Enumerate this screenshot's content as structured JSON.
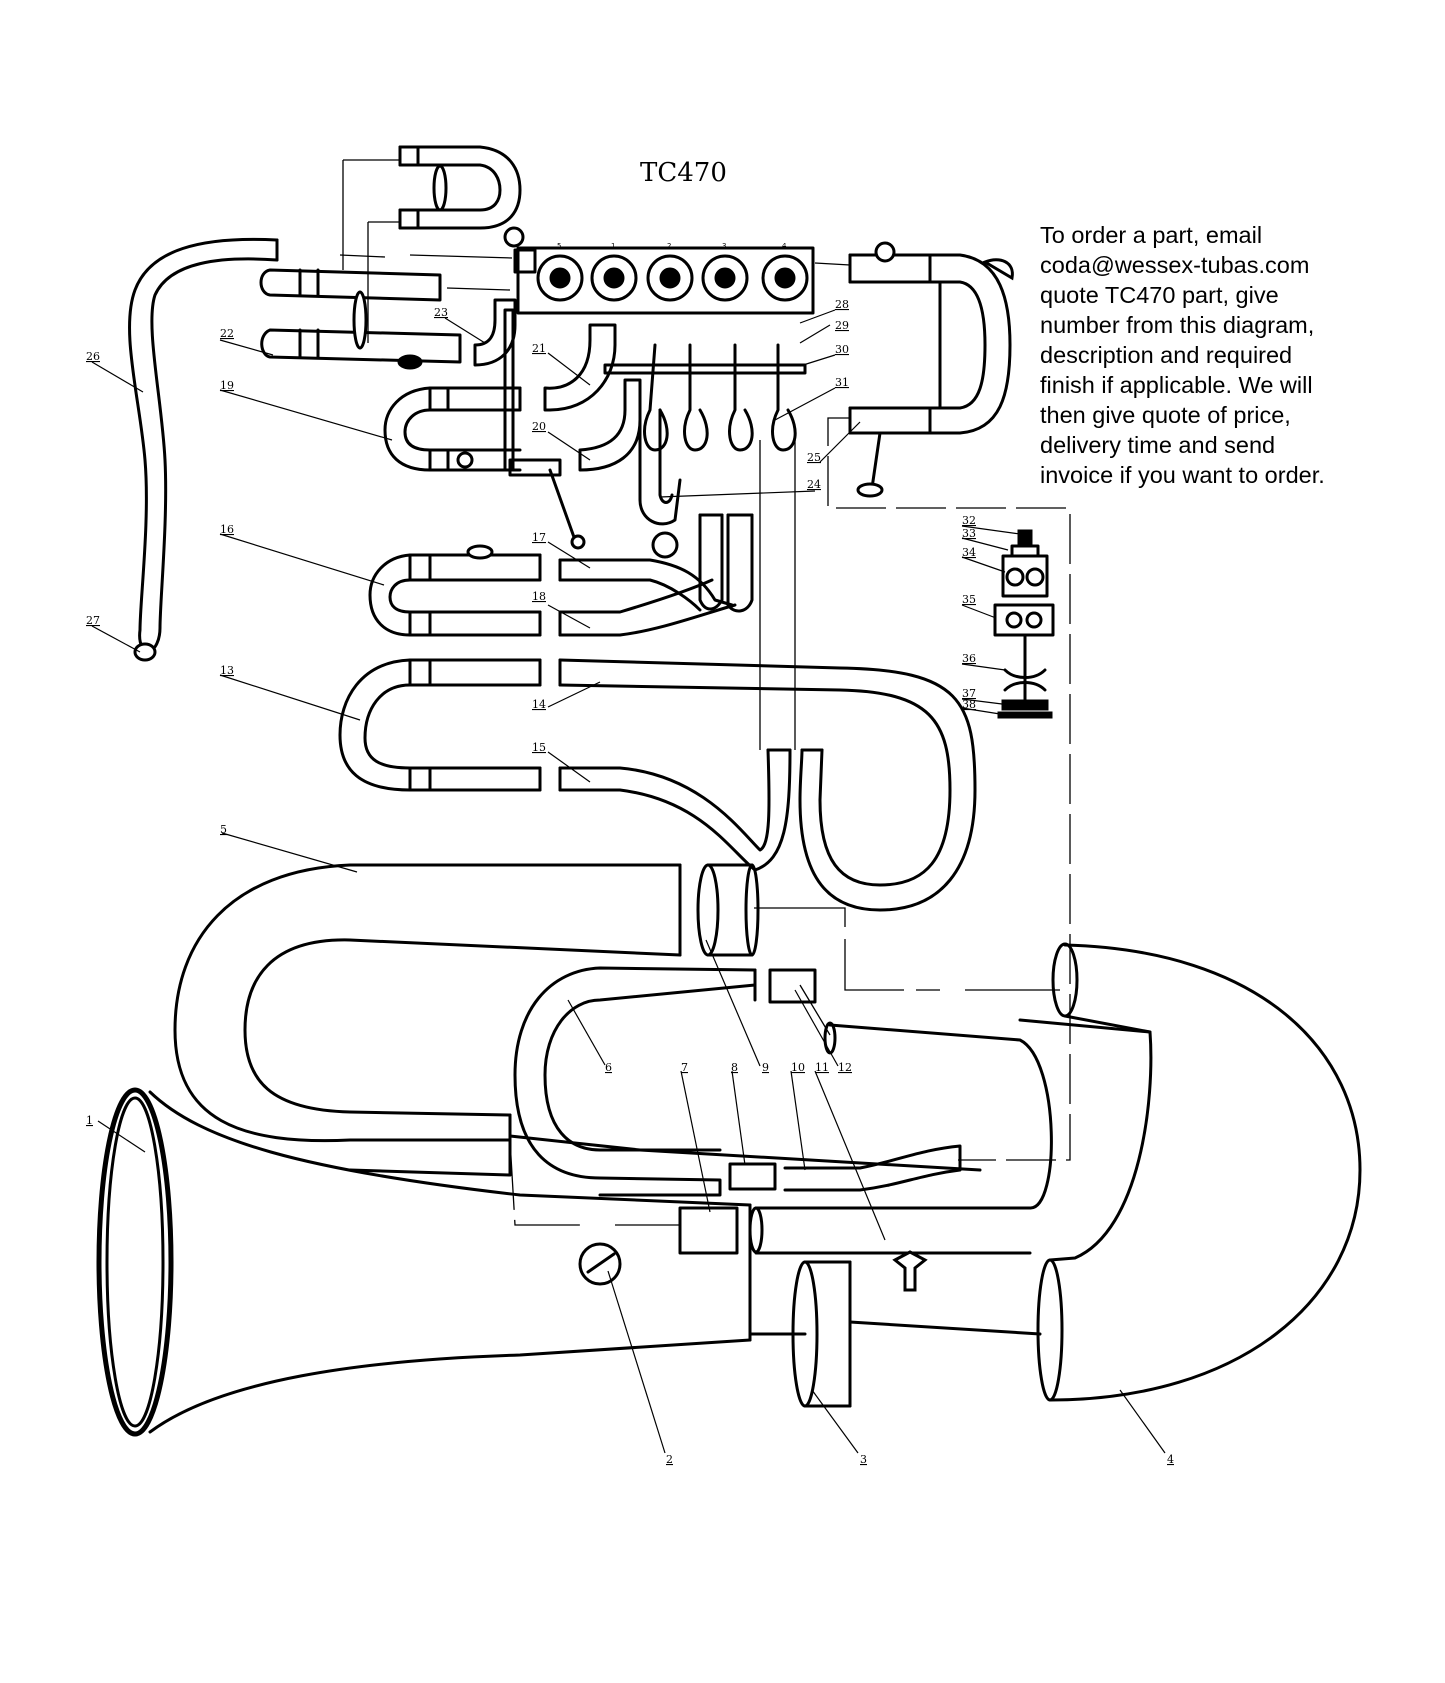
{
  "title": "TC470",
  "order_note": [
    "To order a part, email",
    "coda@wessex-tubas.com",
    "quote TC470 part, give",
    "number from this diagram,",
    "description and required",
    "finish if applicable. We will",
    "then give quote of price,",
    "delivery time and send",
    "invoice if you want to order."
  ],
  "part_numbers": [
    "1",
    "2",
    "3",
    "4",
    "5",
    "6",
    "7",
    "8",
    "9",
    "10",
    "11",
    "12",
    "13",
    "14",
    "15",
    "16",
    "17",
    "18",
    "19",
    "20",
    "21",
    "22",
    "23",
    "24",
    "25",
    "26",
    "27",
    "28",
    "29",
    "30",
    "31",
    "32",
    "33",
    "34",
    "35",
    "36",
    "37",
    "38"
  ],
  "valve_numbers": [
    "5",
    "1",
    "2",
    "3",
    "4"
  ]
}
